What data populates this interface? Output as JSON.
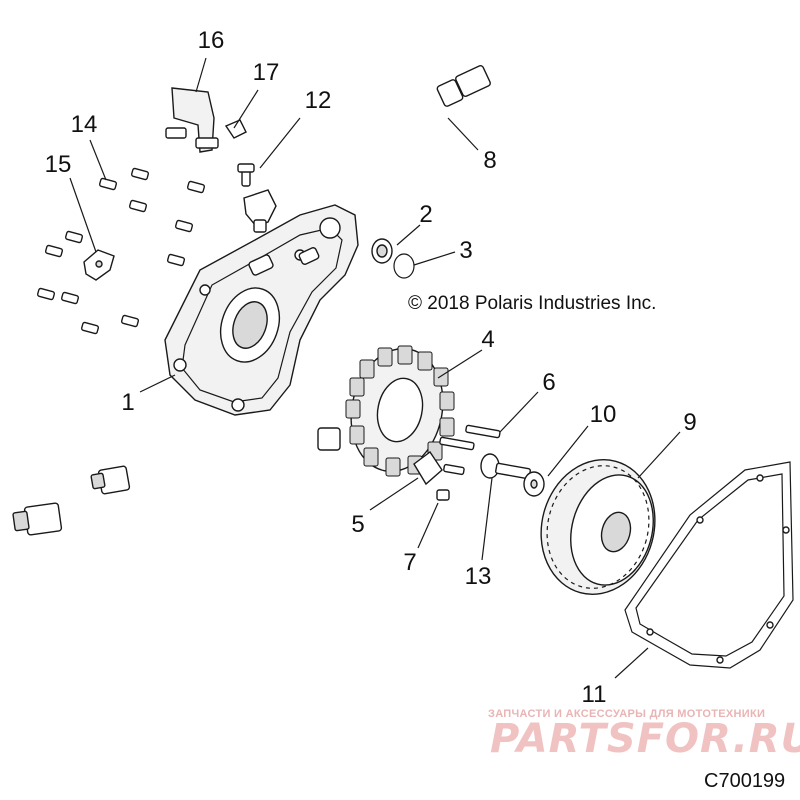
{
  "callouts": {
    "c1": "1",
    "c2": "2",
    "c3": "3",
    "c4": "4",
    "c5": "5",
    "c6": "6",
    "c7": "7",
    "c8": "8",
    "c9": "9",
    "c10": "10",
    "c11": "11",
    "c12": "12",
    "c13": "13",
    "c14": "14",
    "c15": "15",
    "c16": "16",
    "c17": "17"
  },
  "copyright": "© 2018 Polaris Industries Inc.",
  "diagram_code": "C700199",
  "watermark": {
    "tagline": "ЗАПЧАСТИ И АКСЕССУАРЫ ДЛЯ МОТОТЕХНИКИ",
    "brand": "PARTSFOR.RU"
  }
}
